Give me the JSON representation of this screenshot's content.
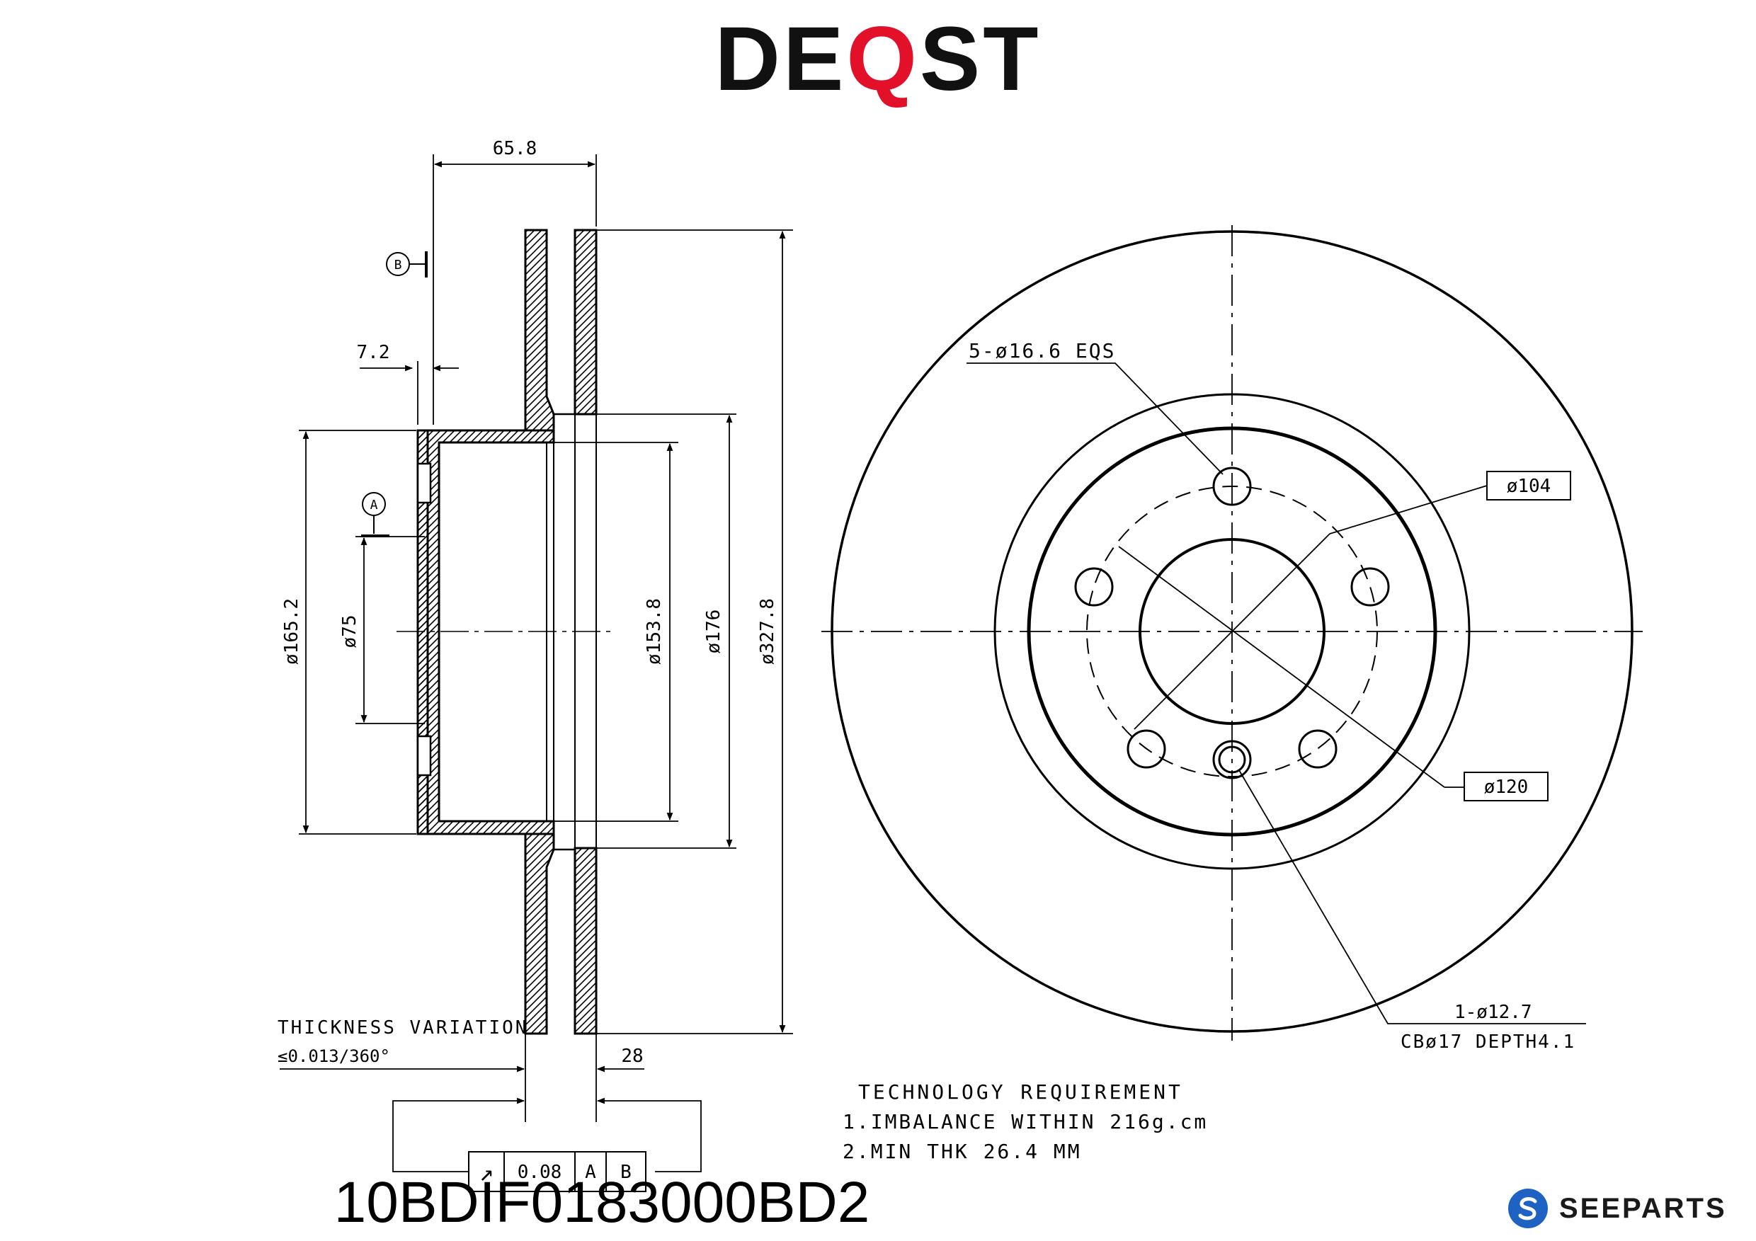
{
  "logo": {
    "prefix": "DE",
    "accent": "Q",
    "suffix": "ST",
    "accent_color": "#e3102a"
  },
  "dimensions": {
    "hat_height": "65.8",
    "flange_offset": "7.2",
    "d_165": "ø165.2",
    "d_75": "ø75",
    "d_153": "ø153.8",
    "d_176": "ø176",
    "d_327": "ø327.8",
    "thickness": "28",
    "bolt_holes": "5-ø16.6 EQS",
    "bolt_circle": "ø104",
    "centre_bore": "ø120",
    "pin_hole": "1-ø12.7",
    "counterbore": "CBø17 DEPTH4.1"
  },
  "datums": {
    "a": "A",
    "b": "B"
  },
  "thickness_variation": {
    "label": "THICKNESS VARIATION",
    "value": "≤0.013/360°"
  },
  "tolerance_frame": {
    "symbol": "↗",
    "value": "0.08",
    "datum_a": "A",
    "datum_b": "B"
  },
  "technology": {
    "title": "TECHNOLOGY REQUIREMENT",
    "line1": "1.IMBALANCE WITHIN 216g.cm",
    "line2": "2.MIN THK 26.4 MM"
  },
  "part_number": "10BDIF0183000BD2",
  "brand": {
    "name": "SEEPARTS",
    "color": "#1e63c4"
  }
}
